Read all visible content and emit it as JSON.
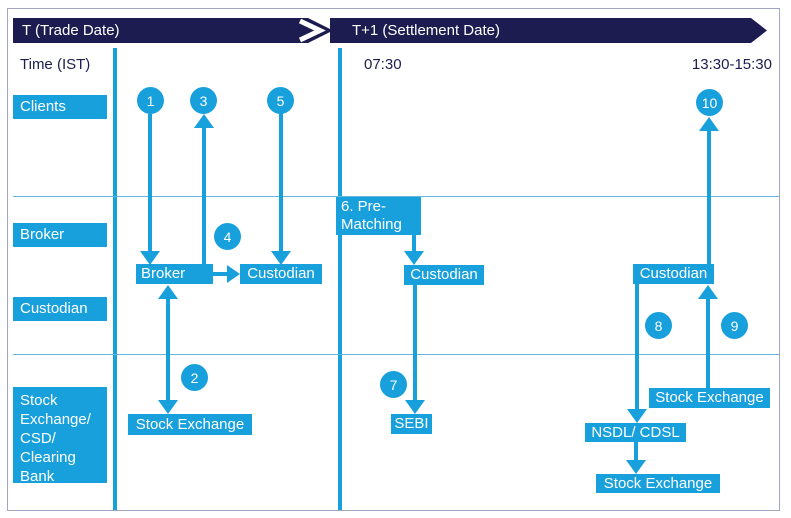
{
  "colors": {
    "cyan": "#18a0dc",
    "navy": "#1c1c50",
    "divider": "#66b7dd",
    "frame_border": "#a4a4c4"
  },
  "header": {
    "banner_trade": "T (Trade Date)",
    "banner_settlement": "T+1 (Settlement Date)"
  },
  "time_row": {
    "label": "Time (IST)",
    "morning": "07:30",
    "afternoon": "13:30-15:30"
  },
  "lanes": {
    "clients": "Clients",
    "broker": "Broker",
    "custodian": "Custodian",
    "stock_csd": "Stock Exchange/ CSD/ Clearing Bank"
  },
  "nodes": {
    "broker": "Broker",
    "custodian_t": "Custodian",
    "custodian_t1_am": "Custodian",
    "custodian_t1_pm": "Custodian",
    "prematching": "6. Pre-Matching",
    "sebi": "SEBI",
    "stock_exchange_t": "Stock Exchange",
    "stock_exchange_t1_top": "Stock Exchange",
    "nsdl_cdsl": "NSDL/ CDSL",
    "stock_exchange_t1_bottom": "Stock Exchange"
  },
  "steps": {
    "s1": "1",
    "s2": "2",
    "s3": "3",
    "s4": "4",
    "s5": "5",
    "s7": "7",
    "s8": "8",
    "s9": "9",
    "s10": "10"
  }
}
